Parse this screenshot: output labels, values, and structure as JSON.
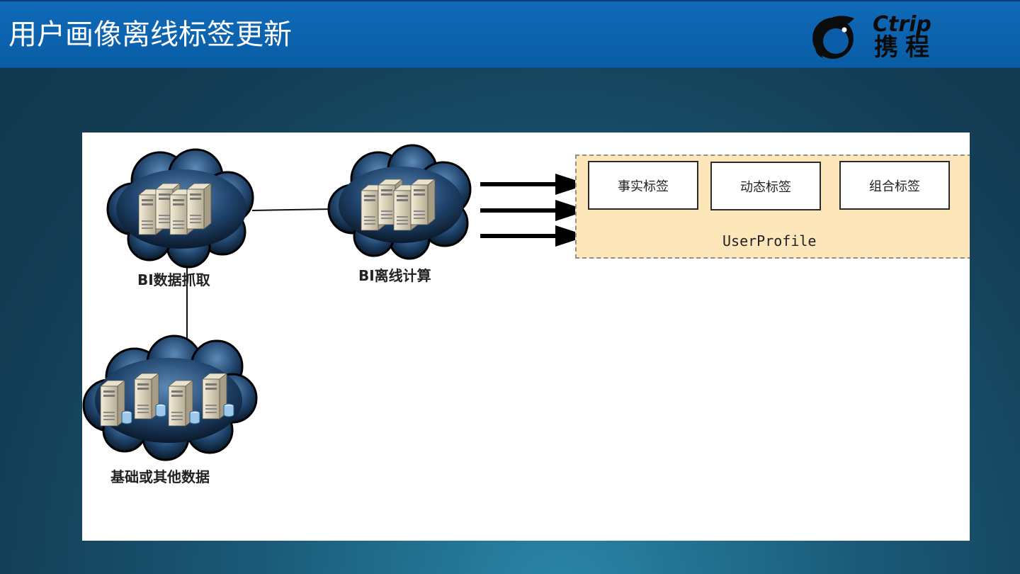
{
  "header": {
    "title": "用户画像离线标签更新",
    "logo_latin": "Ctrip",
    "logo_cjk": "携程"
  },
  "diagram": {
    "nodes": {
      "bi_fetch": "BI数据抓取",
      "bi_offline": "BI离线计算",
      "base_data": "基础或其他数据"
    },
    "userprofile": {
      "label": "UserProfile",
      "tags": [
        "事实标签",
        "动态标签",
        "组合标签"
      ]
    }
  },
  "colors": {
    "header": "#0a5da6",
    "cloud": "#1d3f63",
    "profile_fill": "#fde6b9",
    "background": "#143f57"
  }
}
